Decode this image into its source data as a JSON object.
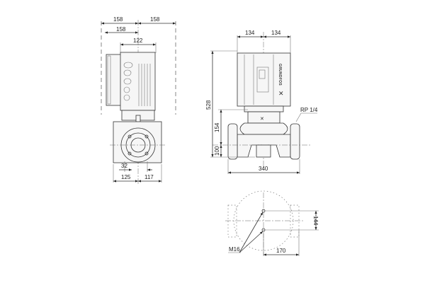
{
  "drawing": {
    "side_view": {
      "dim_top_left": "158",
      "dim_top_right": "158",
      "dim_box": "158",
      "dim_motor": "122",
      "dim_port": "32",
      "dim_bottom_left": "125",
      "dim_bottom_right": "117"
    },
    "front_view": {
      "dim_left": "134",
      "dim_right": "134",
      "dim_height": "528",
      "dim_mid": "154",
      "dim_low": "100",
      "dim_width": "340",
      "port_label": "RP 1/4",
      "brand_mark": "GRUNDFOS"
    },
    "bottom_view": {
      "dim_bolts": "144",
      "dim_offset": "170",
      "bolt_label": "M16"
    }
  }
}
